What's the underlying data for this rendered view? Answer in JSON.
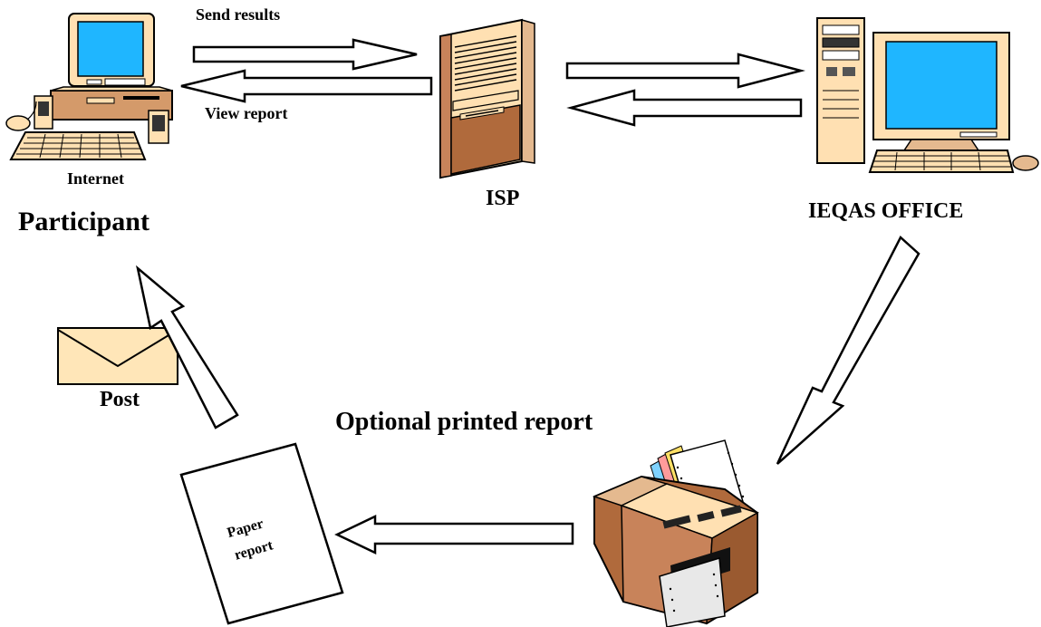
{
  "labels": {
    "send_results": "Send results",
    "view_report": "View report",
    "internet": "Internet",
    "participant": "Participant",
    "isp": "ISP",
    "ieqas_office": "IEQAS OFFICE",
    "post": "Post",
    "optional_printed_report": "Optional printed report",
    "paper_report_line1": "Paper",
    "paper_report_line2": "report"
  },
  "icons": {
    "participant_computer": "desktop-computer-icon",
    "isp_server": "server-tower-icon",
    "office_computer": "desktop-computer-icon",
    "envelope": "envelope-icon",
    "paper": "paper-document-icon",
    "printer": "printer-icon"
  },
  "colors": {
    "screen": "#1fb6ff",
    "case": "#ffe0b2",
    "case_dark": "#c8835a",
    "brown": "#b06a3c",
    "envelope": "#ffe6b8",
    "stroke": "#000000"
  }
}
